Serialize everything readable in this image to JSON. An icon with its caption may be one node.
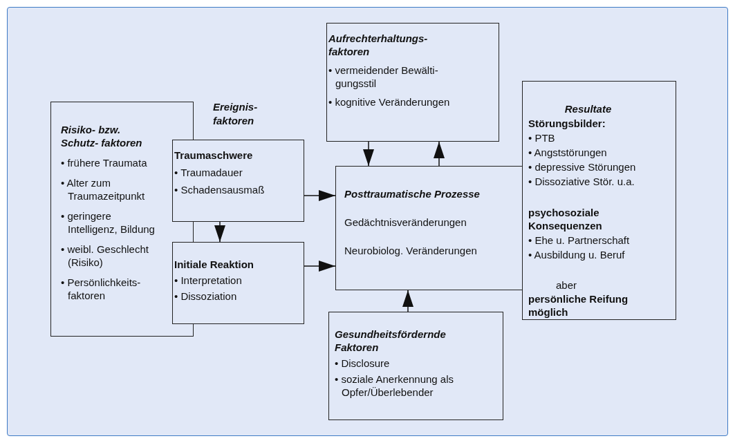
{
  "diagram": {
    "nodes": [
      {
        "text": [
          "Risiko- bzw. Schutz- faktoren",
          "• frühere Traumata",
          "• Alter zum Traumazeitpunkt",
          "• geringere Intelligenz, Bildung",
          "• weibl. Geschlecht (Risiko)",
          "• Persönlichkeits- faktoren"
        ]
      },
      {
        "text": [
          "Traumaschwere",
          "• Traumadauer",
          "• Schadensausmaß"
        ]
      },
      {
        "text": [
          "Initiale Reaktion",
          "• Interpretation",
          "• Dissoziation"
        ]
      },
      {
        "text": [
          "Aufrechterhaltungs- faktoren",
          "• vermeidender Bewälti- gungsstil",
          "• kognitive Veränderungen"
        ]
      },
      {
        "text": [
          "Posttraumatische Prozesse",
          "Gedächtnisveränderungen",
          "Neurobiolog. Veränderungen"
        ]
      },
      {
        "text": [
          "Resultate",
          "**Störungsbilder**:",
          "• PTB",
          "• Angststörungen",
          "• depressive Störungen",
          "• Dissoziative Stör. u.a.",
          "psychosoziale Konsequenzen",
          "• Ehe u. Partnerschaft",
          "• Ausbildung u. Beruf",
          "aber",
          "persönliche Reifung möglich"
        ]
      },
      {
        "text": [
          "Gesundheitsfördernde Faktoren",
          "• Disclosure",
          "• soziale Anerkennung als Opfer/Überlebender"
        ]
      }
    ],
    "edges": [
      {
        "from": 1,
        "to": 4,
        "arrow": "to"
      },
      {
        "from": 2,
        "to": 4,
        "arrow": "to"
      },
      {
        "from": 1,
        "to": 2,
        "arrow": "to"
      },
      {
        "from": 3,
        "to": 4,
        "arrow": "to"
      },
      {
        "from": 4,
        "to": 3,
        "arrow": "to"
      },
      {
        "from": 6,
        "to": 4,
        "arrow": "to"
      }
    ],
    "labels": [
      "Ereignis- faktoren"
    ]
  }
}
